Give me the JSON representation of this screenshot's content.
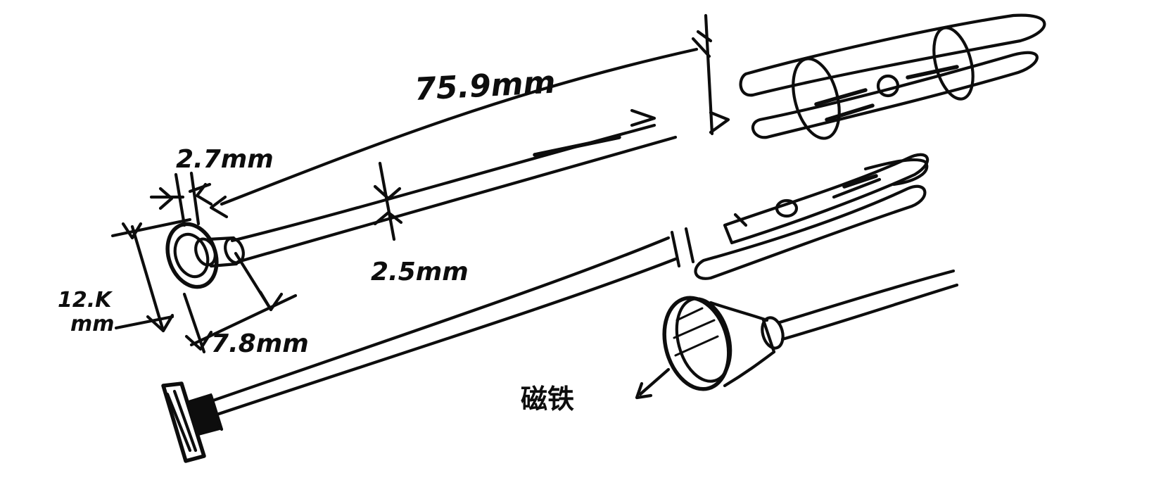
{
  "labels": {
    "length": "75.9mm",
    "ring_width": "2.7mm",
    "wire_diameter": "2.5mm",
    "outer_diameter_a": "12.K",
    "outer_diameter_b": "mm",
    "inner_diameter": "7.8mm",
    "magnet": "磁铁"
  }
}
